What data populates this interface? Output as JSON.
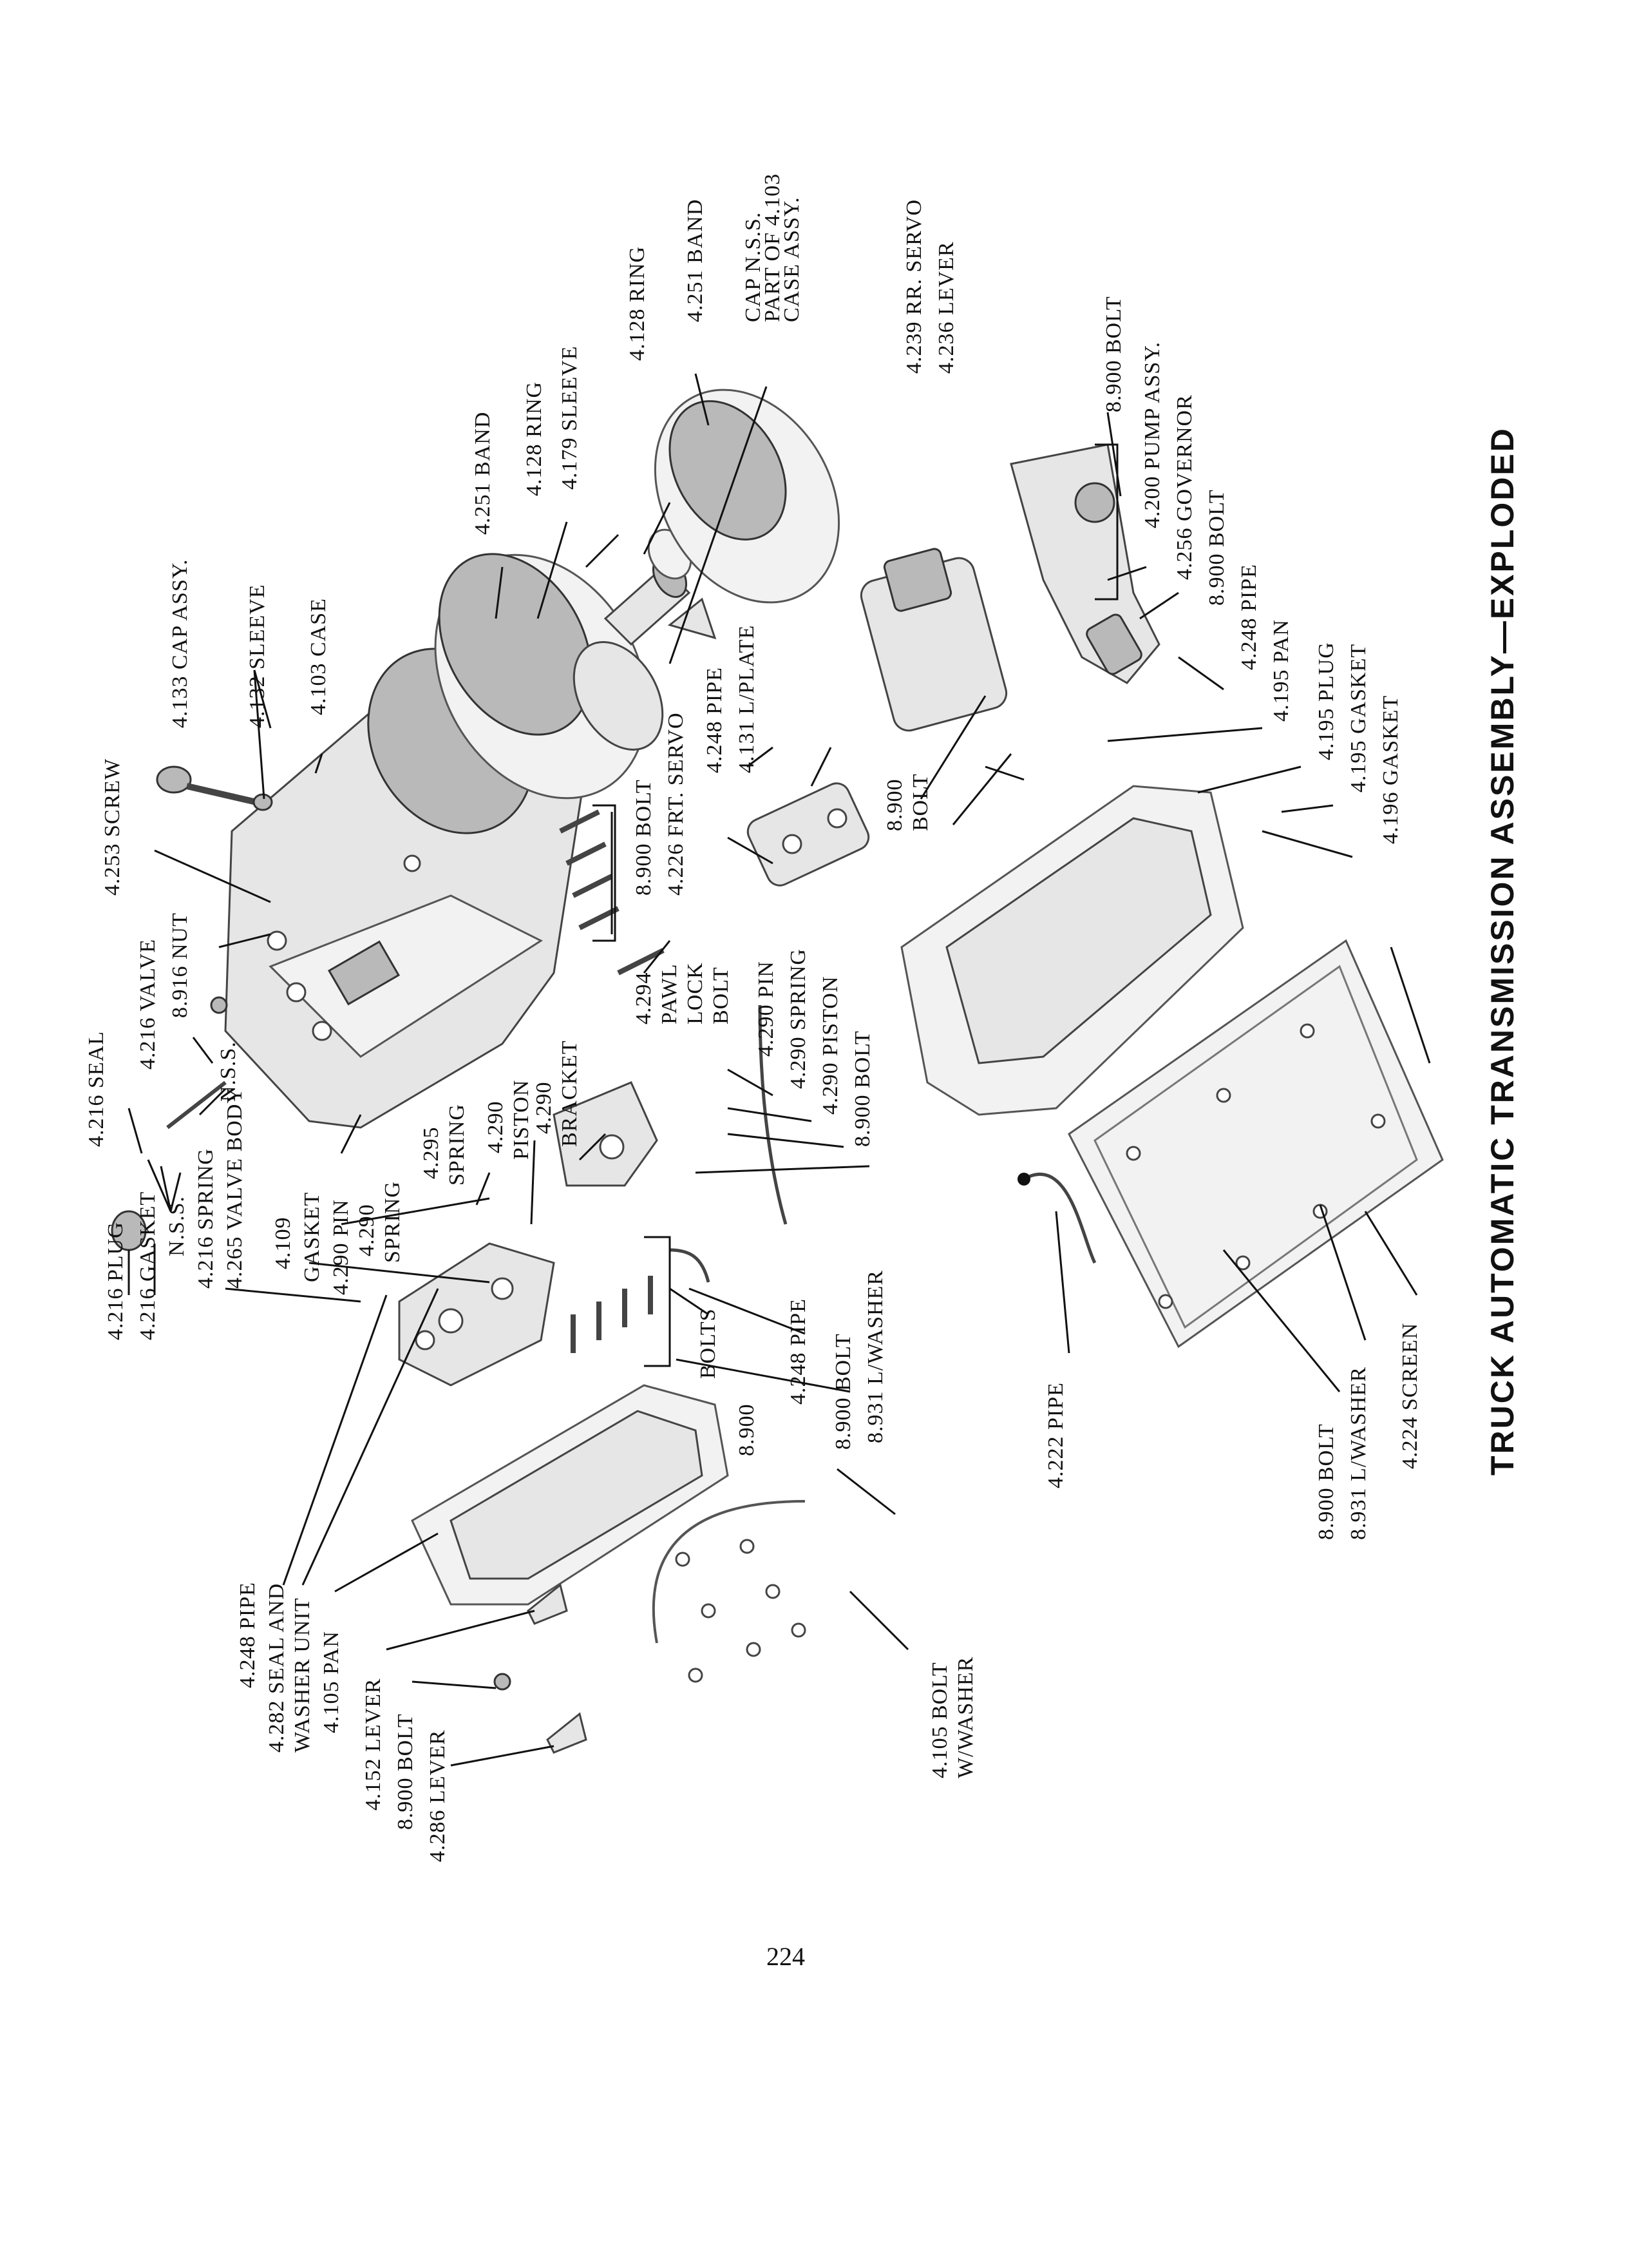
{
  "diagram": {
    "title": "TRUCK AUTOMATIC TRANSMISSION ASSEMBLY—EXPLODED",
    "page_number": "224",
    "labels": {
      "l4216plug": "4.216 PLUG",
      "l4216gasket": "4.216 GASKET",
      "lnss1": "N.S.S.",
      "l4216spring": "4.216 SPRING",
      "l4265valvebody": "4.265 VALVE BODY",
      "l4216seal": "4.216 SEAL",
      "l4216valve": "4.216 VALVE",
      "l8916nut": "8.916 NUT",
      "lnss2": "N.S.S.",
      "l4253screw": "4.253 SCREW",
      "l4133capassy": "4.133 CAP ASSY.",
      "l4132sleeve": "4.132 SLEEVE",
      "l4103case": "4.103 CASE",
      "l4109": "4.109",
      "lgasket": "GASKET",
      "l4290pin": "4.290 PIN",
      "l4290": "4.290",
      "lspring1": "SPRING",
      "l4295": "4.295",
      "lspring2": "SPRING",
      "l4290b": "4.290",
      "lpiston": "PISTON",
      "l4290c": "4.290",
      "lbracket": "BRACKET",
      "l4251band": "4.251 BAND",
      "l4128ring": "4.128 RING",
      "l4179sleeve": "4.179 SLEEVE",
      "l4128ring2": "4.128 RING",
      "l4251band2": "4.251 BAND",
      "lcapnss": "CAP N.S.S.",
      "lpartof": "PART OF 4.103",
      "lcaseassy": "CASE ASSY.",
      "l8900bolt1": "8.900 BOLT",
      "l4226frtservo": "4.226 FRT. SERVO",
      "l4248pipe1": "4.248 PIPE",
      "l4131lplate": "4.131 L/PLATE",
      "l4294": "4.294",
      "lpawl": "PAWL",
      "llock": "LOCK",
      "lbolt": "BOLT",
      "l4290pin2": "4.290 PIN",
      "l4290spring": "4.290 SPRING",
      "l4290piston": "4.290 PISTON",
      "l8900bolt2": "8.900 BOLT",
      "l4239rrservo": "4.239 RR. SERVO",
      "l4236lever": "4.236 LEVER",
      "l8900a": "8.900",
      "lbolt2": "BOLT",
      "l8900bolt3": "8.900 BOLT",
      "l4200pumpassy": "4.200 PUMP ASSY.",
      "l4256governor": "4.256 GOVERNOR",
      "l8900bolt4": "8.900 BOLT",
      "l4248pipe2": "4.248 PIPE",
      "l4195pan": "4.195 PAN",
      "l4195plug": "4.195 PLUG",
      "l4195gasket": "4.195 GASKET",
      "l4196gasket": "4.196 GASKET",
      "lbolts": "BOLTS",
      "l8900bolts": "8.900",
      "l4248pipe3": "4.248 PIPE",
      "l8900bolt5": "8.900 BOLT",
      "l8931lwasher": "8.931 L/WASHER",
      "l4222pipe": "4.222 PIPE",
      "l8900bolt6": "8.900 BOLT",
      "l8931lwasher2": "8.931 L/WASHER",
      "l4224screen": "4.224 SCREEN",
      "l4248pipe4": "4.248 PIPE",
      "l4282seal": "4.282 SEAL AND",
      "lwasherunit": "WASHER UNIT",
      "l4105pan": "4.105 PAN",
      "l4152lever": "4.152 LEVER",
      "l8900bolt7": "8.900 BOLT",
      "l4286lever": "4.286 LEVER",
      "l4105bolt": "4.105 BOLT",
      "lwwasher": "W/WASHER"
    }
  }
}
